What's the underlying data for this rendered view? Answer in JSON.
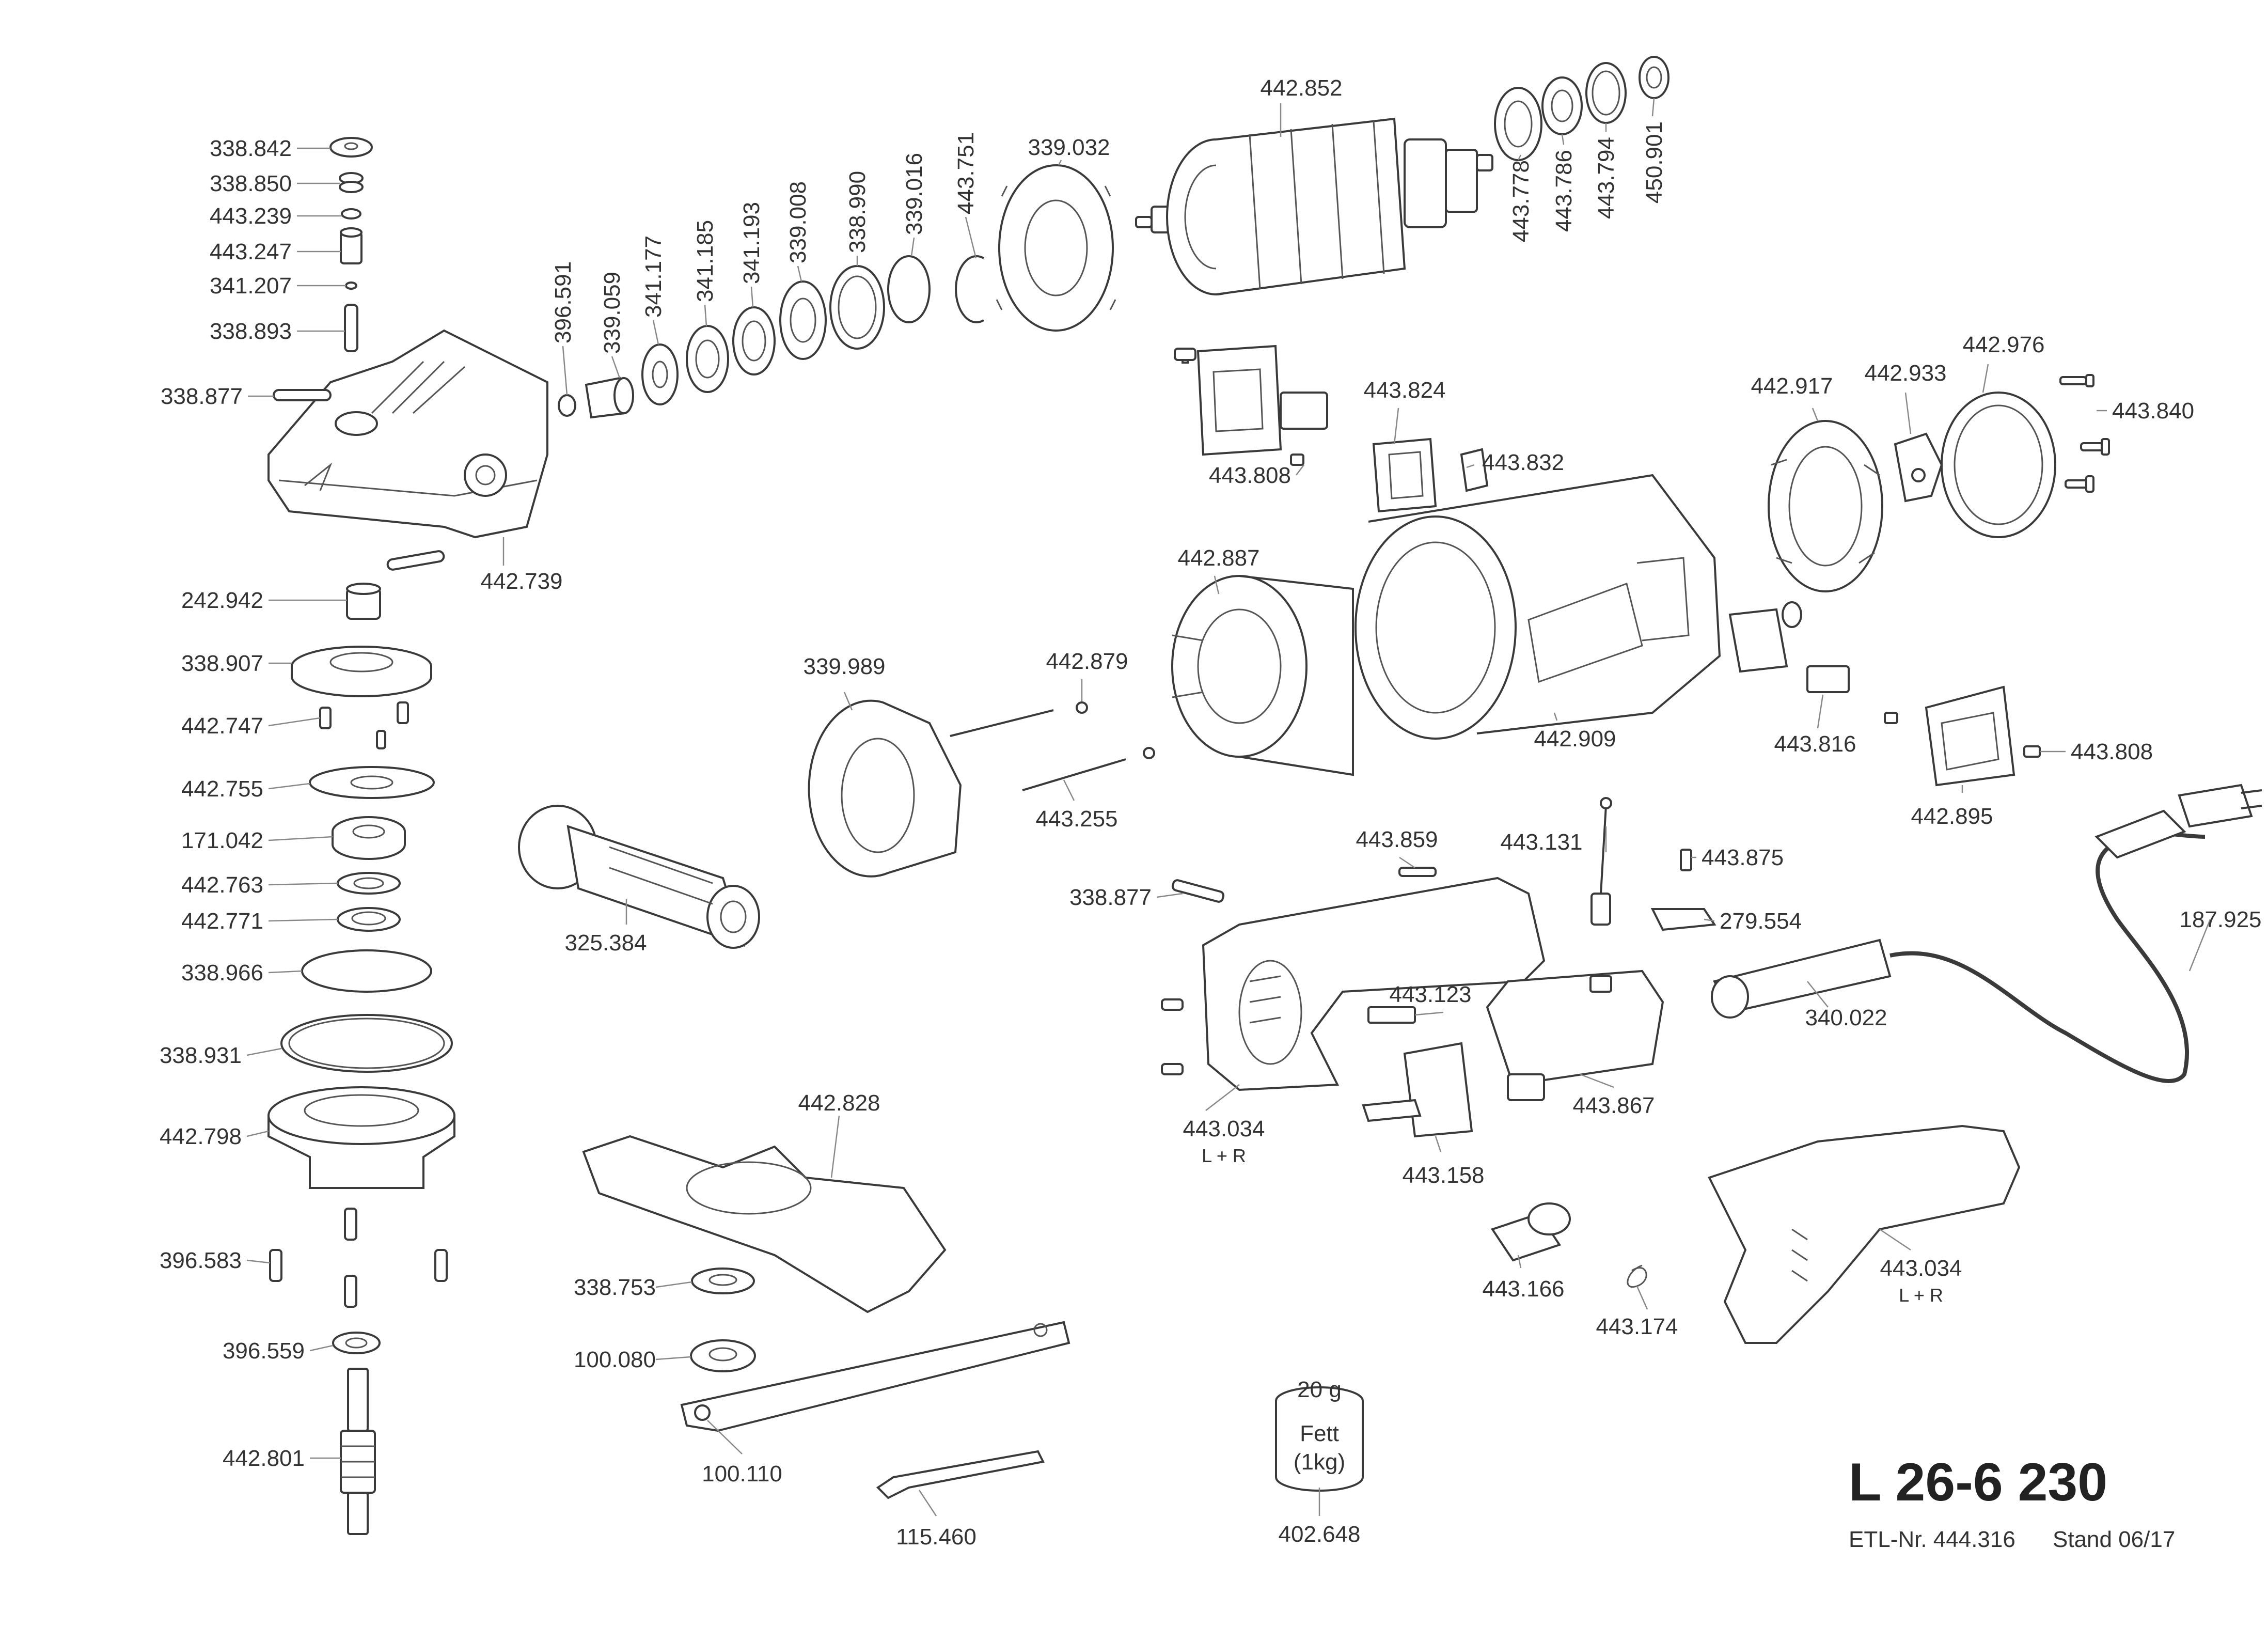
{
  "title": "L 26-6 230",
  "doc_number": "ETL-Nr. 444.316",
  "doc_status": "Stand 06/17",
  "grease": {
    "weight": "20 g",
    "name": "Fett",
    "amount": "(1kg)",
    "part": "402.648"
  },
  "sub_label": "L + R",
  "labels": {
    "p338842": "338.842",
    "p338850": "338.850",
    "p443239": "443.239",
    "p443247": "443.247",
    "p341207": "341.207",
    "p338893": "338.893",
    "p338877a": "338.877",
    "p396591": "396.591",
    "p339059": "339.059",
    "p341177": "341.177",
    "p341185": "341.185",
    "p341193": "341.193",
    "p339008": "339.008",
    "p338990": "338.990",
    "p339016": "339.016",
    "p443751": "443.751",
    "p339032": "339.032",
    "p442852": "442.852",
    "p443778": "443.778",
    "p443786": "443.786",
    "p443794": "443.794",
    "p450901": "450.901",
    "p442739": "442.739",
    "p242942": "242.942",
    "p338907": "338.907",
    "p442747": "442.747",
    "p442755": "442.755",
    "p171042": "171.042",
    "p442763": "442.763",
    "p442771": "442.771",
    "p338966": "338.966",
    "p338931": "338.931",
    "p442798": "442.798",
    "p396583": "396.583",
    "p396559": "396.559",
    "p442801": "442.801",
    "p443824": "443.824",
    "p443808a": "443.808",
    "p443832": "443.832",
    "p442917": "442.917",
    "p442933": "442.933",
    "p442976": "442.976",
    "p443840": "443.840",
    "p442887": "442.887",
    "p442879": "442.879",
    "p339989": "339.989",
    "p443255": "443.255",
    "p442909": "442.909",
    "p443816": "443.816",
    "p443808b": "443.808",
    "p442895": "442.895",
    "p325384": "325.384",
    "p443859": "443.859",
    "p443131": "443.131",
    "p443875": "443.875",
    "p338877b": "338.877",
    "p279554": "279.554",
    "p187925": "187.925",
    "p443123": "443.123",
    "p340022": "340.022",
    "p443034a": "443.034",
    "p443867": "443.867",
    "p442828": "442.828",
    "p443158": "443.158",
    "p443034b": "443.034",
    "p338753": "338.753",
    "p443166": "443.166",
    "p443174": "443.174",
    "p100080": "100.080",
    "p100110": "100.110",
    "p115460": "115.460"
  }
}
